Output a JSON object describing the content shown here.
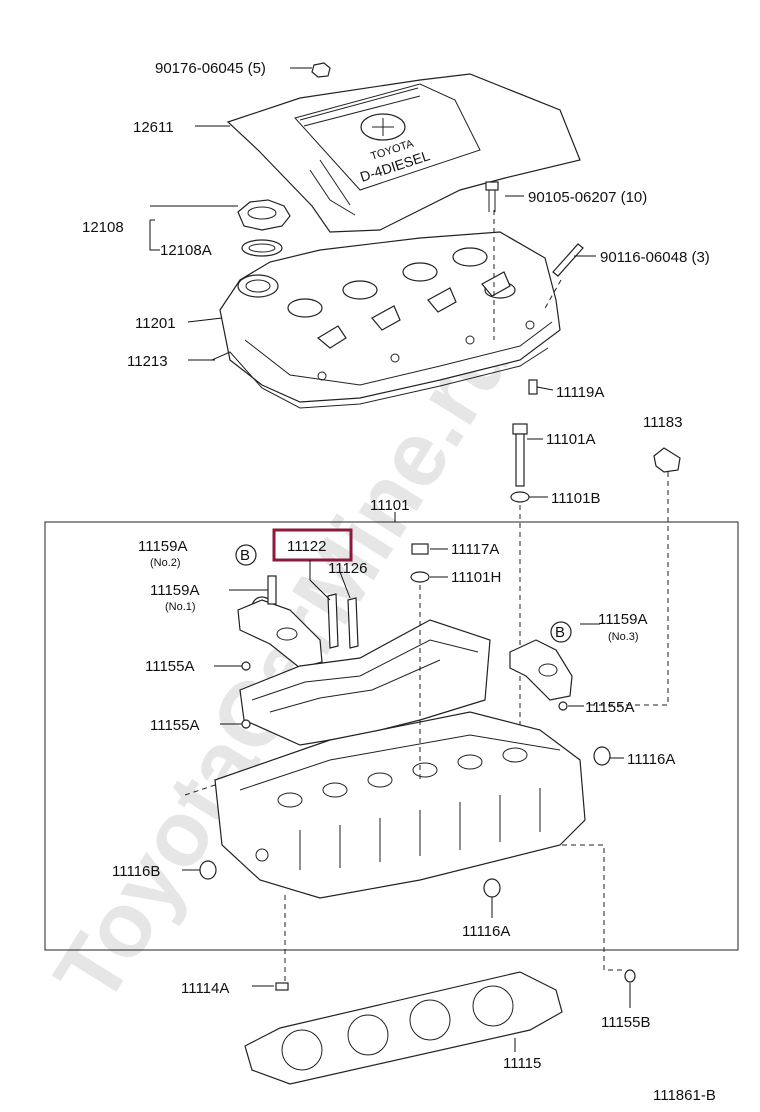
{
  "watermark": "ToyotaCarMine.ru",
  "diagram_code": "111861-B",
  "highlight_color": "#8b1a3a",
  "circle_marker": "B",
  "labels": {
    "p90176": "90176-06045 (5)",
    "p12611": "12611",
    "p12108": "12108",
    "p12108A": "12108A",
    "p90105": "90105-06207 (10)",
    "p90116": "90116-06048 (3)",
    "p11201": "11201",
    "p11213": "11213",
    "p11119A": "11119A",
    "p11101A": "11101A",
    "p11183": "11183",
    "p11101B": "11101B",
    "p11101": "11101",
    "p11159A_no2": "11159A",
    "no2": "(No.2)",
    "p11122": "11122",
    "p11117A": "11117A",
    "p11126": "11126",
    "p11101H": "11101H",
    "p11159A_no1": "11159A",
    "no1": "(No.1)",
    "p11159A_no3": "11159A",
    "no3": "(No.3)",
    "p11155A_1": "11155A",
    "p11155A_2": "11155A",
    "p11155A_3": "11155A",
    "p11116A_1": "11116A",
    "p11116B": "11116B",
    "p11116A_2": "11116A",
    "p11114A": "11114A",
    "p11155B": "11155B",
    "p11115": "11115"
  }
}
